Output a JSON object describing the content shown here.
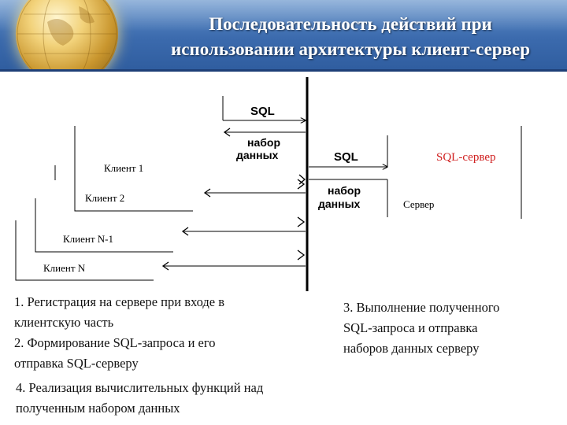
{
  "header": {
    "title_line_1": "Последовательность действий при",
    "title_line_2": "использовании архитектуры клиент-сервер",
    "accent": "#3b6aad"
  },
  "diagram": {
    "clients": [
      "Клиент 1",
      "Клиент 2",
      "Клиент N-1",
      "Клиент N"
    ],
    "server_label": "Сервер",
    "sql_server_label": "SQL-сервер",
    "sql_server_color": "#d02020",
    "sql_label_top": "SQL",
    "dataset_label_top_line1": "набор",
    "dataset_label_top_line2": "данных",
    "sql_label_mid": "SQL",
    "dataset_label_mid_line1": "набор",
    "dataset_label_mid_line2": "данных"
  },
  "notes": {
    "left": [
      "1. Регистрация на сервере при входе в",
      "клиентскую часть",
      "2. Формирование SQL-запроса и его",
      "отправка SQL-серверу"
    ],
    "right": [
      "3. Выполнение полученного",
      "SQL-запроса и отправка",
      "наборов данных серверу"
    ],
    "bottom": [
      "4. Реализация вычислительных функций над",
      "полученным набором данных"
    ]
  }
}
